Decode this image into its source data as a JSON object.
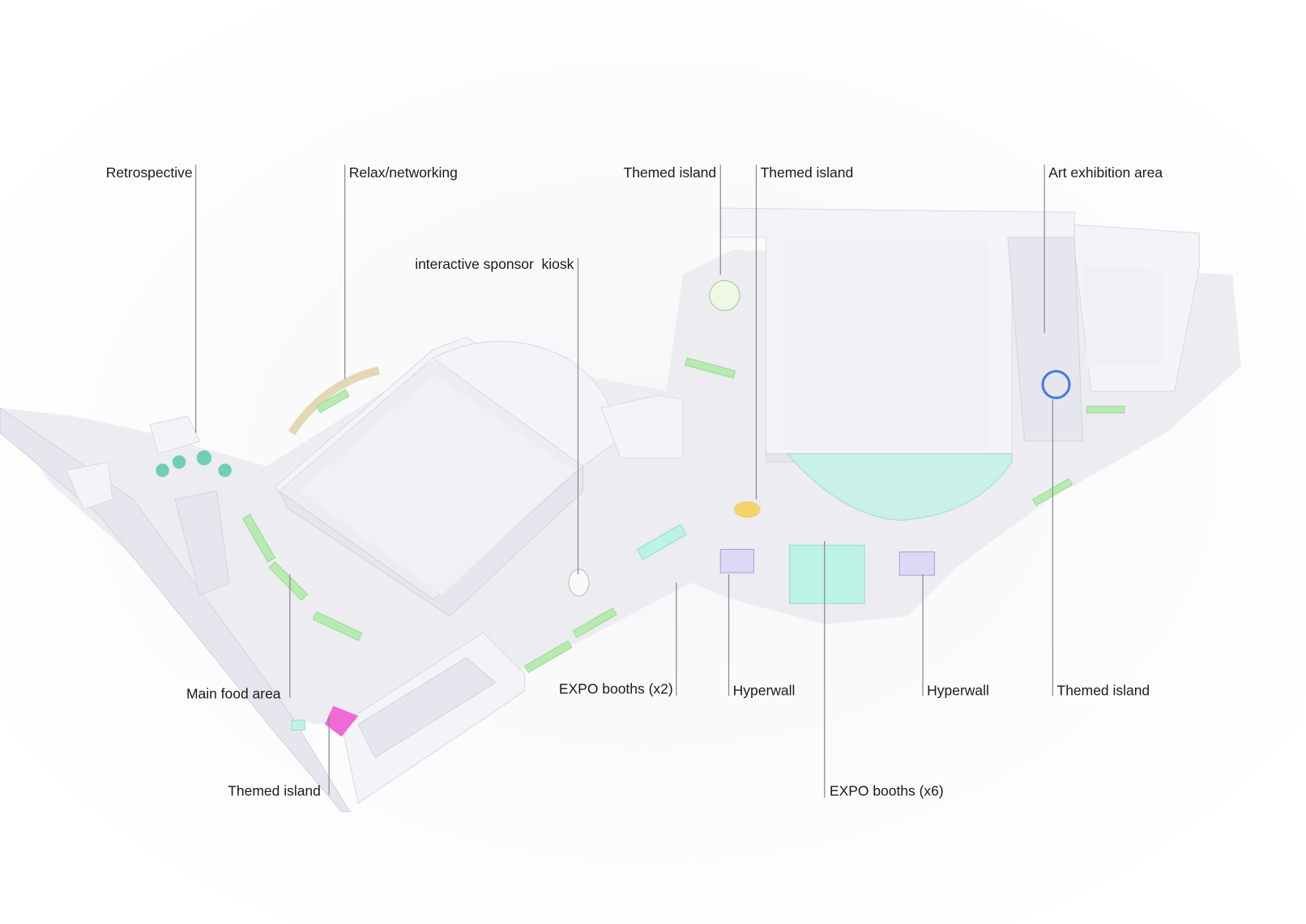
{
  "labels": {
    "retrospective": "Retrospective",
    "relax_networking": "Relax/networking",
    "sponsor_kiosk": "interactive sponsor  kiosk",
    "themed_island_top_1": "Themed island",
    "themed_island_top_2": "Themed island",
    "art_exhibition": "Art exhibition area",
    "main_food_area": "Main food area",
    "themed_island_bottom_left": "Themed island",
    "expo_booths_x2": "EXPO booths (x2)",
    "hyperwall_1": "Hyperwall",
    "hyperwall_2": "Hyperwall",
    "themed_island_right": "Themed island",
    "expo_booths_x6": "EXPO booths (x6)"
  },
  "colors": {
    "accent_green": "#b6ecb0",
    "accent_mint": "#bdf2e6",
    "accent_pink": "#f06ad6",
    "accent_blue": "#3d7fe0",
    "accent_yellow": "#f2d36b"
  }
}
